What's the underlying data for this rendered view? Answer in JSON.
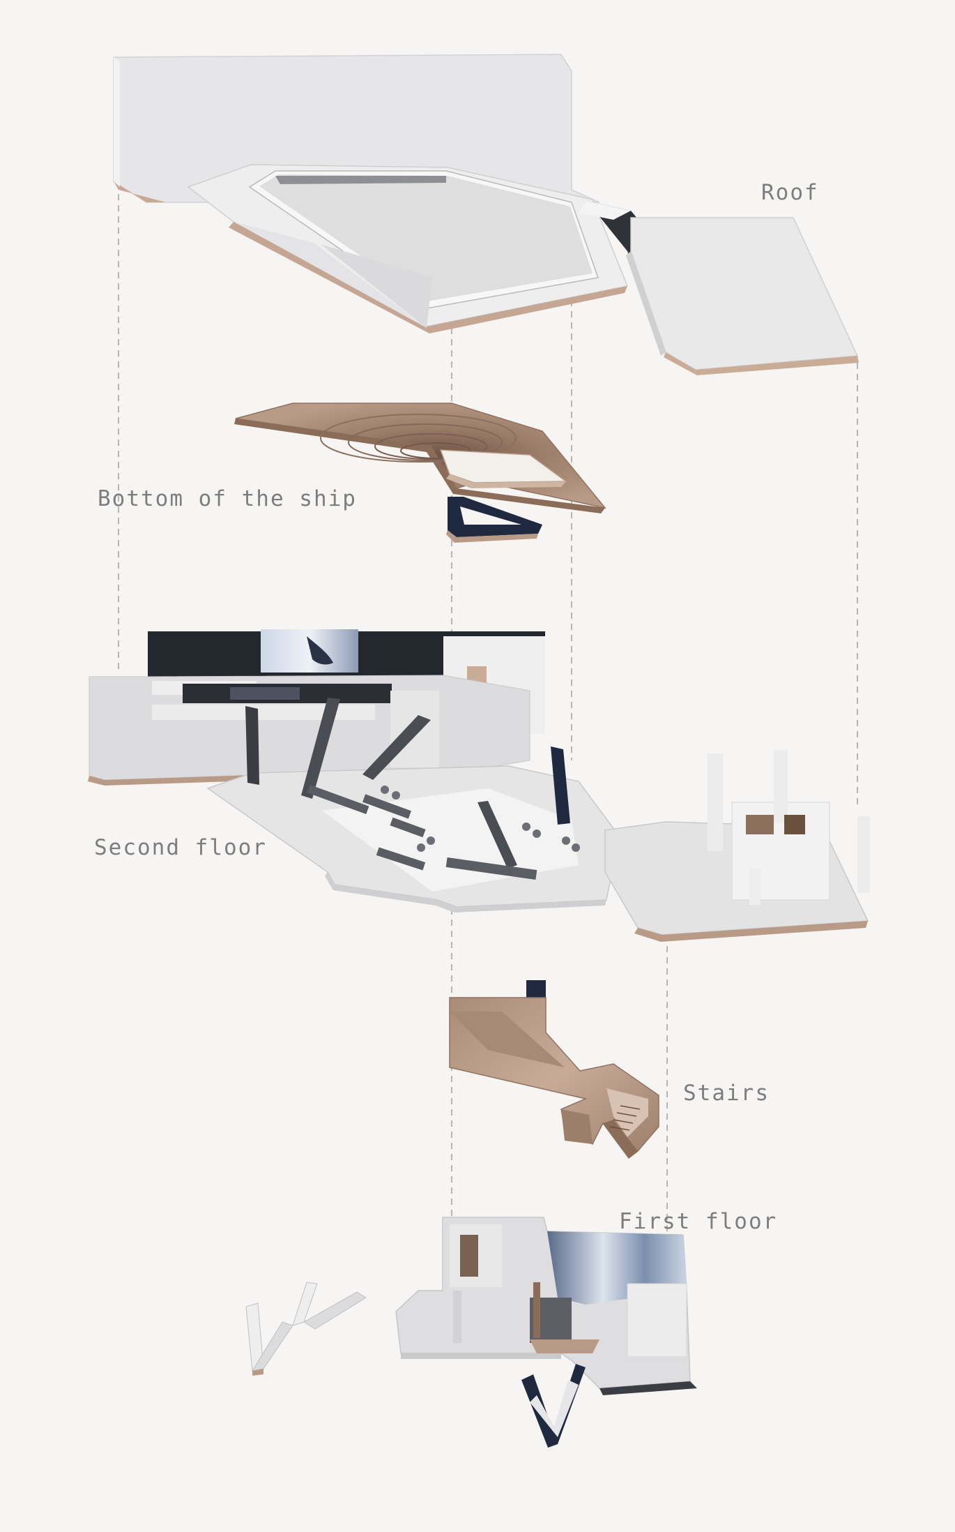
{
  "labels": {
    "roof": "Roof",
    "bottom_of_ship": "Bottom of the ship",
    "second_floor": "Second floor",
    "stairs": "Stairs",
    "first_floor": "First floor"
  },
  "colors": {
    "background": "#f6f5f3",
    "label_text": "#7d7d7d",
    "leader_line": "#b5b5b5",
    "white_volume": "#e9e9ea",
    "copper": "#b89a88",
    "navy": "#1f2a40",
    "concrete": "#cfcfd1"
  }
}
